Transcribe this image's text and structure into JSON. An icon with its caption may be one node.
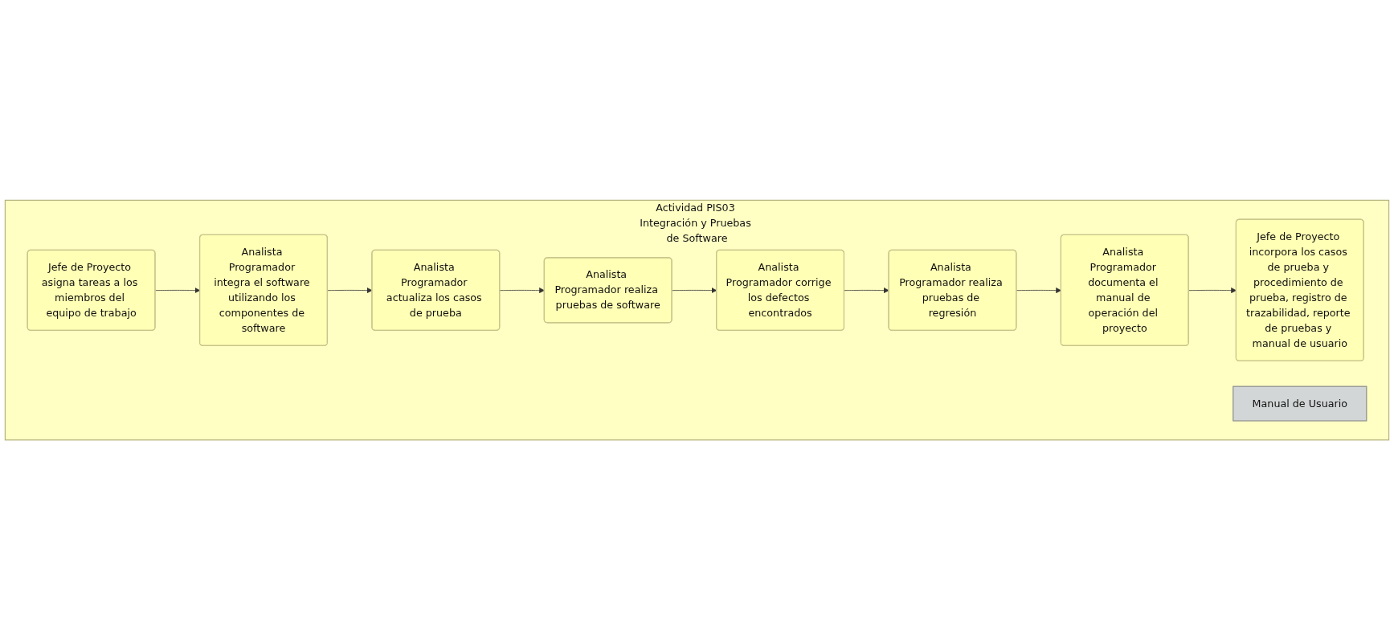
{
  "diagram": {
    "nodes": [
      {
        "text": [
          "Actividad PIS03 Integración y Pruebas de Software"
        ]
      },
      {
        "text": [
          "Jefe de Proyecto asigna tareas a los miembros del equipo de trabajo"
        ],
        "in": 0
      },
      {
        "text": [
          "Analista Programador integra el software utilizando los componentes de software"
        ],
        "in": 0
      },
      {
        "text": [
          "Analista Programador actualiza los casos de prueba"
        ],
        "in": 0
      },
      {
        "text": [
          "Analista Programador realiza pruebas de software"
        ],
        "in": 0
      },
      {
        "text": [
          "Jefe de Proyecto incorpora los casos de prueba y procedimiento de prueba, registro de trazabilidad, reporte de pruebas y manual de usuario"
        ],
        "in": 0
      },
      {
        "text": [
          "Analista Programador documenta el manual de operación del proyecto"
        ],
        "in": 0
      },
      {
        "text": [
          "Analista Programador realiza pruebas de regresión"
        ],
        "in": 0
      },
      {
        "text": [
          "Analista Programador corrige los defectos encontrados"
        ],
        "in": 0
      },
      {
        "text": [
          "Manual de Usuario"
        ],
        "in": 0
      }
    ],
    "edges": [
      {
        "from": 1,
        "to": 2,
        "arrow": "to"
      },
      {
        "from": 2,
        "to": 3,
        "arrow": "to"
      },
      {
        "from": 3,
        "to": 4,
        "arrow": "to"
      },
      {
        "from": 4,
        "to": 8,
        "arrow": "to"
      },
      {
        "from": 8,
        "to": 7,
        "arrow": "to"
      },
      {
        "from": 7,
        "to": 6,
        "arrow": "to"
      },
      {
        "from": 6,
        "to": 5,
        "arrow": "to"
      }
    ]
  }
}
